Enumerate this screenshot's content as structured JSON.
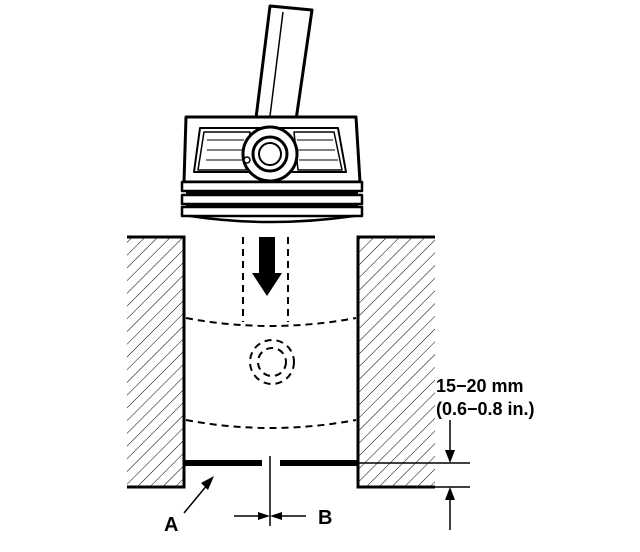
{
  "labels": {
    "dimension_mm": "15−20 mm",
    "dimension_in": "(0.6−0.8 in.)",
    "label_a": "A",
    "label_b": "B"
  },
  "colors": {
    "ink": "#000000",
    "paper": "#ffffff"
  }
}
